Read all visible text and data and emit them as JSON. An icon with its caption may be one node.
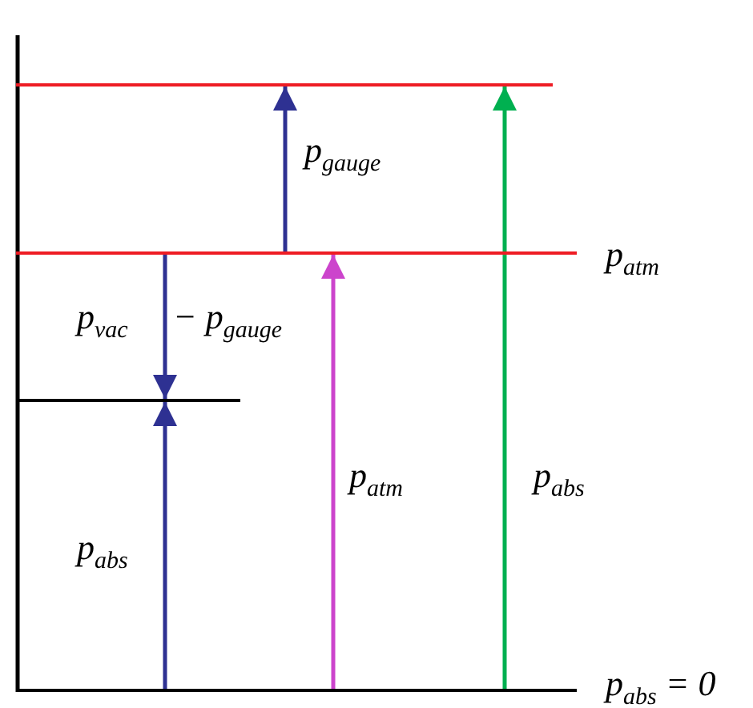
{
  "diagram": {
    "nodes": [
      {
        "text": [],
        "shape": "bar"
      },
      {
        "text": [
          "p$_{atm}$"
        ]
      },
      {
        "text": [],
        "shape": "bar"
      },
      {
        "text": [
          "p$_{abs}$ = 0"
        ]
      }
    ],
    "edges": [
      {
        "from": 1,
        "to": 0,
        "arrow": "to",
        "label": "p$_{gauge}$"
      },
      {
        "from": 1,
        "to": 2,
        "arrow": "to",
        "label": "p$_{vac}$"
      },
      {
        "from": 3,
        "to": 2,
        "arrow": "to",
        "label": "p$_{abs}$"
      },
      {
        "from": 3,
        "to": 1,
        "arrow": "to",
        "label": "p$_{atm}$",
        "color": "#cc44cc"
      },
      {
        "from": 3,
        "to": 0,
        "arrow": "to",
        "label": "p$_{abs}$",
        "color": "#00b050"
      }
    ],
    "labels": [
      "− p$_{gauge}$"
    ]
  }
}
